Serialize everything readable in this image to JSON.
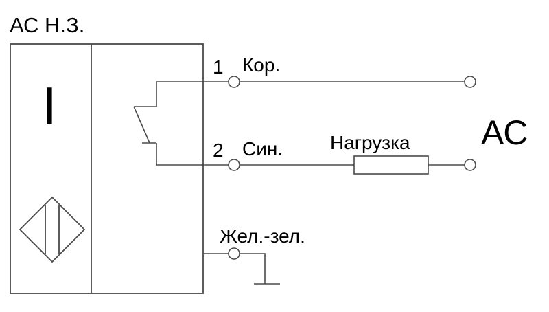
{
  "header": {
    "title": "АС Н.З."
  },
  "sensor": {
    "output_symbol": "I"
  },
  "terminals": {
    "t1": {
      "number": "1",
      "label": "Кор."
    },
    "t2": {
      "number": "2",
      "label": "Син."
    },
    "t3": {
      "label": "Жел.-зел."
    }
  },
  "load": {
    "label": "Нагрузка"
  },
  "supply": {
    "label": "АС"
  },
  "colors": {
    "line": "#4a4a4a",
    "text": "#000000",
    "background": "#ffffff"
  }
}
